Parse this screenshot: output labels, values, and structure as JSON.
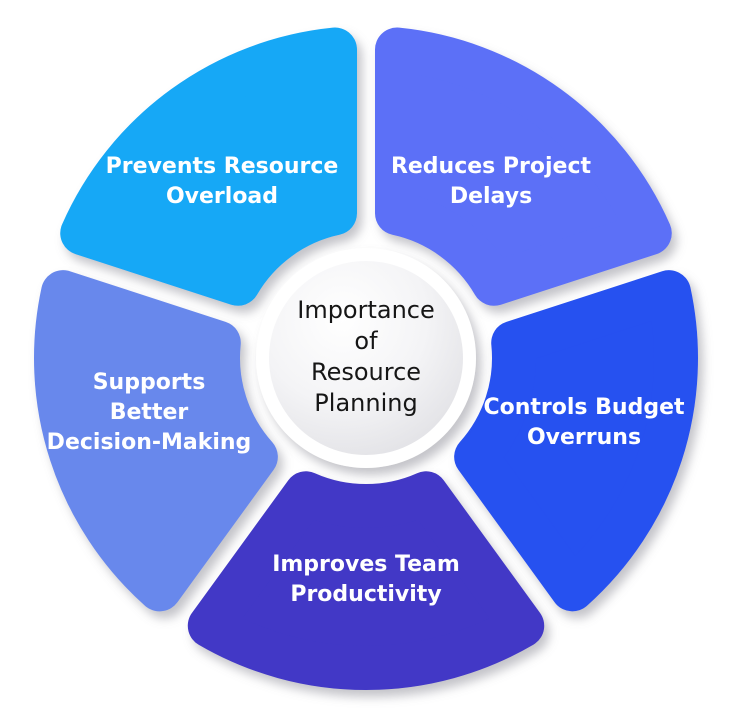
{
  "background_color": "#ffffff",
  "label_text_color": "#ffffff",
  "shadow_color": "#7d7d88",
  "center": {
    "lines": [
      "Importance",
      "of",
      "Resource",
      "Planning"
    ],
    "text_color": "#161616",
    "fill": "#ffffff"
  },
  "segments": [
    {
      "id": "prevents-resource-overload",
      "label": "Prevents Resource Overload",
      "lines": [
        "Prevents Resource",
        "Overload"
      ],
      "color": "#15a8f6"
    },
    {
      "id": "reduces-project-delays",
      "label": "Reduces Project Delays",
      "lines": [
        "Reduces Project",
        "Delays"
      ],
      "color": "#5b70f7"
    },
    {
      "id": "controls-budget-overruns",
      "label": "Controls Budget Overruns",
      "lines": [
        "Controls Budget",
        "Overruns"
      ],
      "color": "#2751f0"
    },
    {
      "id": "improves-team-productivity",
      "label": "Improves Team Productivity",
      "lines": [
        "Improves Team",
        "Productivity"
      ],
      "color": "#4238c6"
    },
    {
      "id": "supports-better-decision-making",
      "label": "Supports Better Decision-Making",
      "lines": [
        "Supports",
        "Better",
        "Decision-Making"
      ],
      "color": "#6888ec"
    }
  ]
}
